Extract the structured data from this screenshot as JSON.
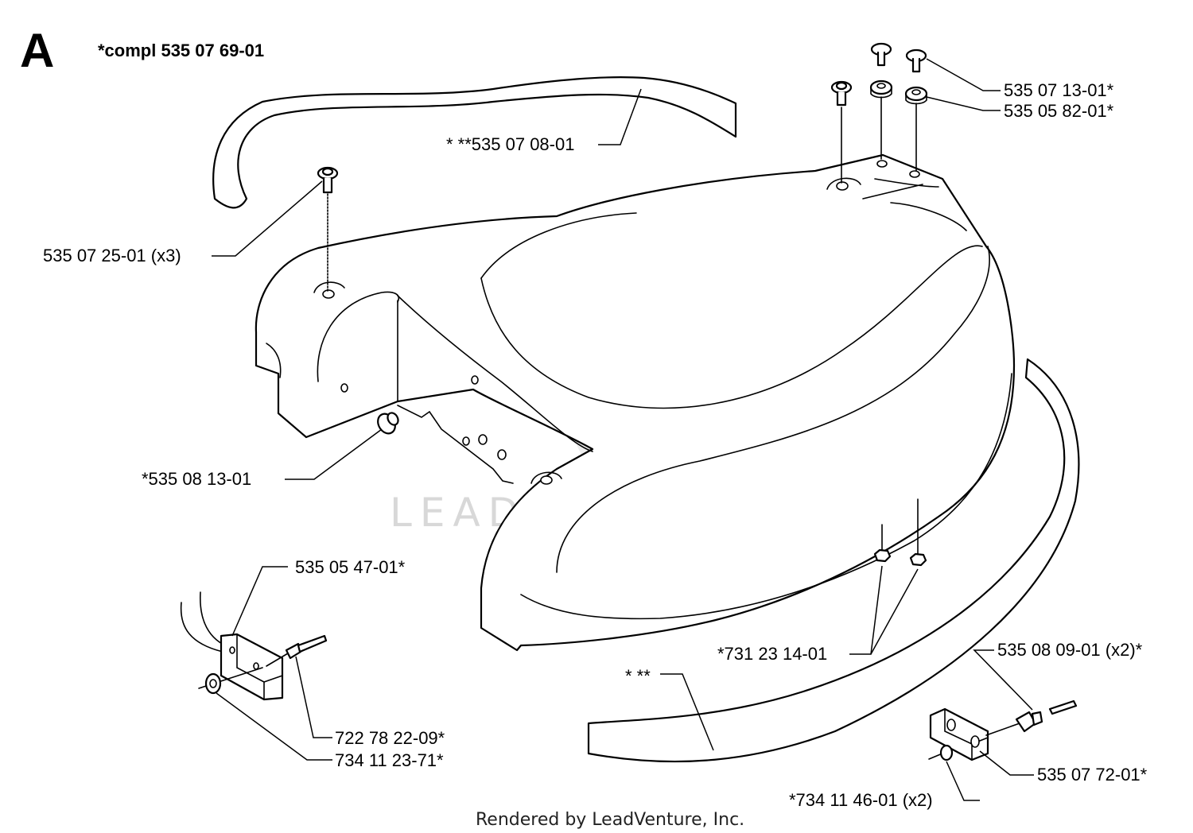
{
  "diagram": {
    "section_letter": "A",
    "assembly_label": "*compl 535 07 69-01",
    "labels": [
      {
        "id": "p_535_07_13_01",
        "text": "535 07 13-01*"
      },
      {
        "id": "p_535_05_82_01",
        "text": "535 05 82-01*"
      },
      {
        "id": "p_535_07_08_01",
        "text": "* **535 07 08-01"
      },
      {
        "id": "p_535_07_25_01",
        "text": "535 07 25-01 (x3)"
      },
      {
        "id": "p_535_08_13_01",
        "text": "*535 08 13-01"
      },
      {
        "id": "p_535_05_47_01",
        "text": "535 05 47-01*"
      },
      {
        "id": "p_731_23_14_01",
        "text": "*731 23 14-01"
      },
      {
        "id": "p_star_star",
        "text": "* **"
      },
      {
        "id": "p_535_08_09_01",
        "text": "535 08 09-01 (x2)*"
      },
      {
        "id": "p_722_78_22_09",
        "text": "722 78 22-09*"
      },
      {
        "id": "p_734_11_23_71",
        "text": "734 11 23-71*"
      },
      {
        "id": "p_535_07_72_01",
        "text": "535 07 72-01*"
      },
      {
        "id": "p_734_11_46_01",
        "text": "*734 11 46-01 (x2)"
      }
    ],
    "watermark": "LEADVENTURE",
    "footer": "Rendered by LeadVenture, Inc."
  }
}
